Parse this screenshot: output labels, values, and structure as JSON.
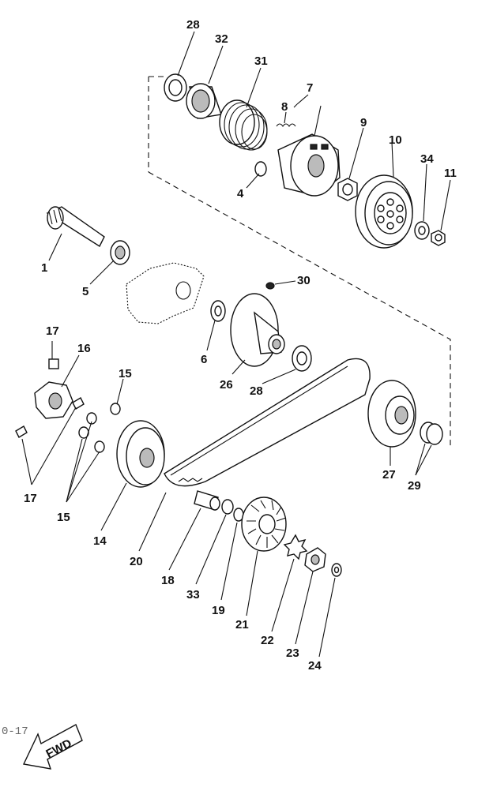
{
  "diagram": {
    "part_labels": {
      "p1": "1",
      "p4": "4",
      "p5": "5",
      "p6": "6",
      "p7": "7",
      "p8": "8",
      "p9": "9",
      "p10": "10",
      "p11": "11",
      "p14": "14",
      "p15a": "15",
      "p15b": "15",
      "p16": "16",
      "p17a": "17",
      "p17b": "17",
      "p18": "18",
      "p19": "19",
      "p20": "20",
      "p21": "21",
      "p22": "22",
      "p23": "23",
      "p24": "24",
      "p26": "26",
      "p27": "27",
      "p28a": "28",
      "p28b": "28",
      "p29": "29",
      "p30": "30",
      "p31": "31",
      "p32": "32",
      "p33": "33",
      "p34": "34"
    },
    "fwd_label": "FWD",
    "corner_fragment": "0-17"
  }
}
